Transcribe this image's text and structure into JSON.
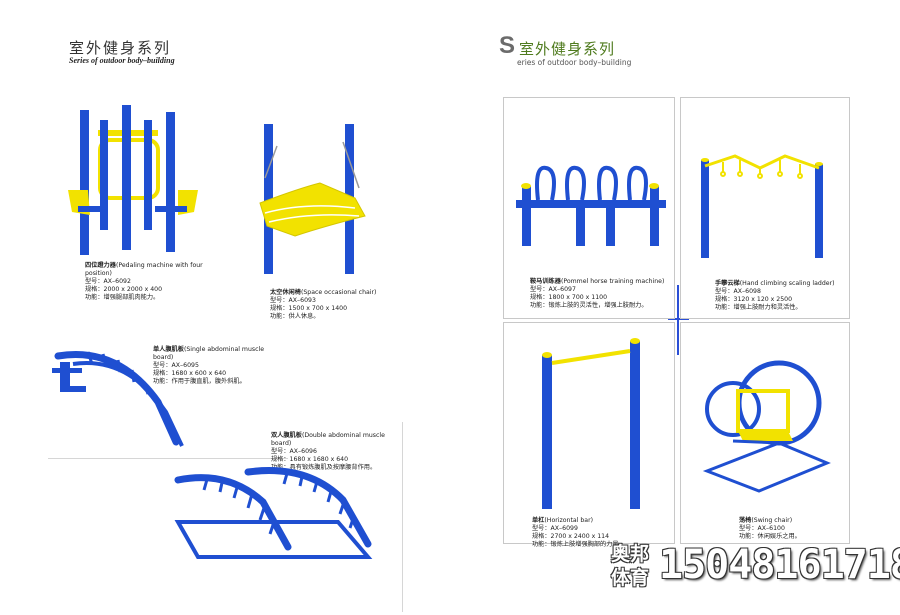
{
  "left_header": {
    "title_cn": "室外健身系列",
    "title_en": "Series of outdoor  body–building"
  },
  "right_header": {
    "letter": "S",
    "title_cn": "室外健身系列",
    "title_en": "eries of outdoor body–building"
  },
  "products": [
    {
      "name_cn": "四位蹬力器",
      "name_en": "(Pedaling machine with four position)",
      "model": "型号：AX–6092",
      "spec": "规格：2000 x 2000 x 400",
      "func": "功能：增强腿部肌肉能力。"
    },
    {
      "name_cn": "太空休闲椅",
      "name_en": "(Space occasional chair)",
      "model": "型号：AX–6093",
      "spec": "规格：1500 x 700 x 1400",
      "func": "功能：供人休息。"
    },
    {
      "name_cn": "单人腹肌板",
      "name_en": "(Single abdominal muscle board)",
      "model": "型号：AX–6095",
      "spec": "规格：1680 x 600 x 640",
      "func": "功能：作用于腹直肌，腹外斜肌。"
    },
    {
      "name_cn": "双人腹肌板",
      "name_en": "(Double abdominal muscle board)",
      "model": "型号：AX–6096",
      "spec": "规格：1680 x 1680 x 640",
      "func": "功能：具有锻炼腹肌及按摩腰背作用。"
    },
    {
      "name_cn": "鞍马训练器",
      "name_en": "(Pommel horse training machine)",
      "model": "型号：AX–6097",
      "spec": "规格：1800 x 700 x 1100",
      "func": "功能：锻炼上肢的灵活性，增强上肢耐力。"
    },
    {
      "name_cn": "手攀云梯",
      "name_en": "(Hand climbing scaling ladder)",
      "model": "型号：AX–6098",
      "spec": "规格：3120 x 120 x 2500",
      "func": "功能：增强上肢耐力和灵活性。"
    },
    {
      "name_cn": "单杠",
      "name_en": "(Horizontal bar)",
      "model": "型号：AX–6099",
      "spec": "规格：2700 x 2400 x 114",
      "func": "功能：锻炼上肢增强胸部的力量。"
    },
    {
      "name_cn": "荡椅",
      "name_en": "(Swing chair)",
      "model": "型号：AX–6100",
      "spec": "",
      "func": "功能：休闲娱乐之用。"
    }
  ],
  "watermark": {
    "brand_line1": "奥邦",
    "brand_line2": "体育",
    "phone": "15048161718"
  },
  "colors": {
    "equipment_blue": "#1f4fd1",
    "equipment_yellow": "#f2e200",
    "header_green": "#4f7b1e",
    "corner_blue": "#2b4fd6"
  }
}
